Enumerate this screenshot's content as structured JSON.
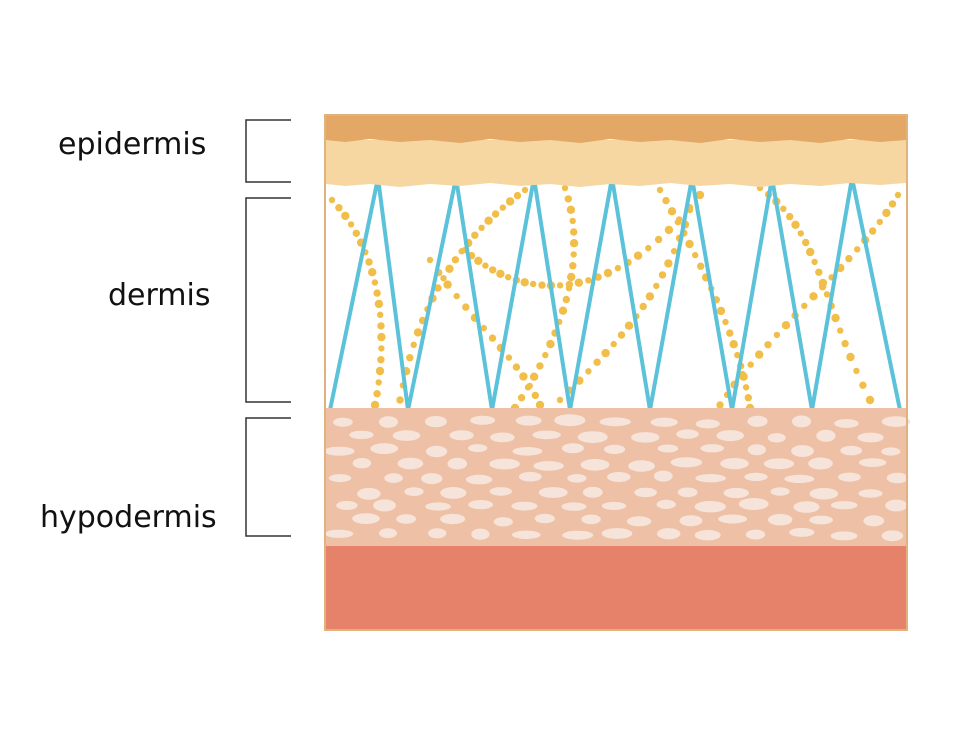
{
  "labels": {
    "epidermis": "epidermis",
    "dermis": "dermis",
    "hypodermis": "hypodermis"
  },
  "colors": {
    "epidermis_top": "#E3A766",
    "epidermis_bottom": "#F6D7A2",
    "dermis_bg": "#FFFFFF",
    "collagen_fiber": "#5BC2D9",
    "elastin_dots": "#F2BE4A",
    "hypodermis": "#EEC1A6",
    "fat_cells": "#F6E4DA",
    "muscle": "#E6826A",
    "frame": "#E0B27E",
    "bracket": "#333333"
  }
}
